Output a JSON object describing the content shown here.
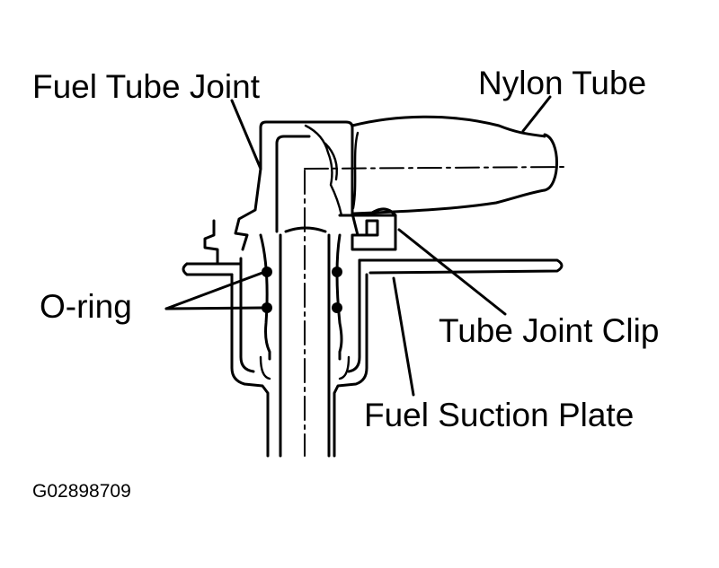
{
  "labels": {
    "fuel_tube_joint": "Fuel Tube Joint",
    "nylon_tube": "Nylon Tube",
    "o_ring": "O-ring",
    "tube_joint_clip": "Tube Joint Clip",
    "fuel_suction_plate": "Fuel Suction Plate",
    "figure_code": "G02898709"
  },
  "colors": {
    "line": "#000000",
    "background": "#ffffff"
  }
}
